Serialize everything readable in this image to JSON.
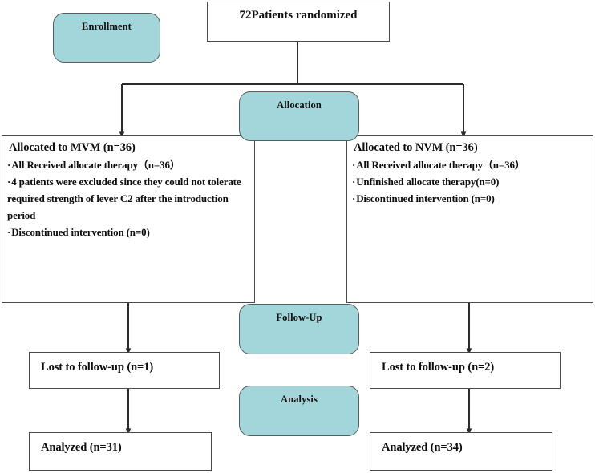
{
  "diagram": {
    "type": "consort-flow-diagram",
    "colors": {
      "stage_pill_fill": "#a3d6da",
      "stage_pill_stroke": "#5a5a5a",
      "box_stroke": "#4a4a4a",
      "connector": "#2b2b2b",
      "background": "#ffffff",
      "text": "#0d0d0d"
    },
    "stages": [
      {
        "id": "enrollment",
        "label": "Enrollment"
      },
      {
        "id": "allocation",
        "label": "Allocation"
      },
      {
        "id": "follow-up",
        "label": "Follow-Up"
      },
      {
        "id": "analysis",
        "label": "Analysis"
      }
    ],
    "randomized": {
      "label": "72Patients randomized",
      "n": 72
    },
    "arms": [
      {
        "id": "mvm",
        "heading": "Allocated to MVM (n=36)",
        "n": 36,
        "bullets": [
          {
            "text": "All Received allocate therapy（n=36）",
            "continuation": false
          },
          {
            "text": "4 patients were excluded since they could not tolerate",
            "continuation": false
          },
          {
            "text": "required strength of lever C2 after the introduction",
            "continuation": true
          },
          {
            "text": "period",
            "continuation": true
          },
          {
            "text": "Discontinued intervention (n=0)",
            "continuation": false
          }
        ],
        "lost": "Lost to follow-up (n=1)",
        "lost_n": 1,
        "analyzed": "Analyzed (n=31)",
        "analyzed_n": 31
      },
      {
        "id": "nvm",
        "heading": "Allocated to NVM (n=36)",
        "n": 36,
        "bullets": [
          {
            "text": "All Received allocate therapy（n=36）",
            "continuation": false
          },
          {
            "text": "Unfinished allocate therapy(n=0)",
            "continuation": false
          },
          {
            "text": "Discontinued intervention (n=0)",
            "continuation": false
          }
        ],
        "lost": "Lost to follow-up (n=2)",
        "lost_n": 2,
        "analyzed": "Analyzed (n=34)",
        "analyzed_n": 34
      }
    ]
  }
}
